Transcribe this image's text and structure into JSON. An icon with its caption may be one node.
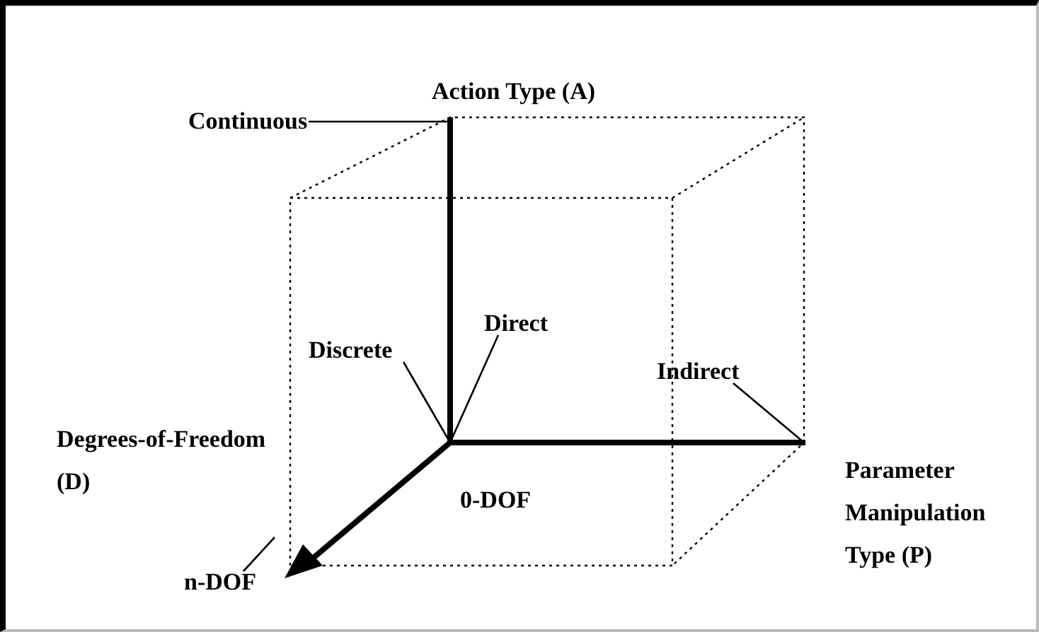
{
  "diagram": {
    "nodes": [
      {
        "text": [
          "Continuous"
        ]
      },
      {
        "text": [
          "Discrete"
        ]
      },
      {
        "text": [
          "Direct"
        ]
      },
      {
        "text": [
          "Indirect"
        ]
      },
      {
        "text": [
          "n-DOF"
        ]
      }
    ],
    "edges": [
      {
        "from": 0,
        "to": null,
        "arrow": "none"
      },
      {
        "from": 1,
        "to": null,
        "arrow": "none"
      },
      {
        "from": 2,
        "to": null,
        "arrow": "none"
      },
      {
        "from": 3,
        "to": null,
        "arrow": "none"
      },
      {
        "from": 4,
        "to": null,
        "arrow": "none"
      }
    ],
    "labels": [
      "Action Type (A)",
      "Degrees-of-Freedom (D)",
      "0-DOF",
      "Parameter Manipulation Type (P)"
    ]
  }
}
